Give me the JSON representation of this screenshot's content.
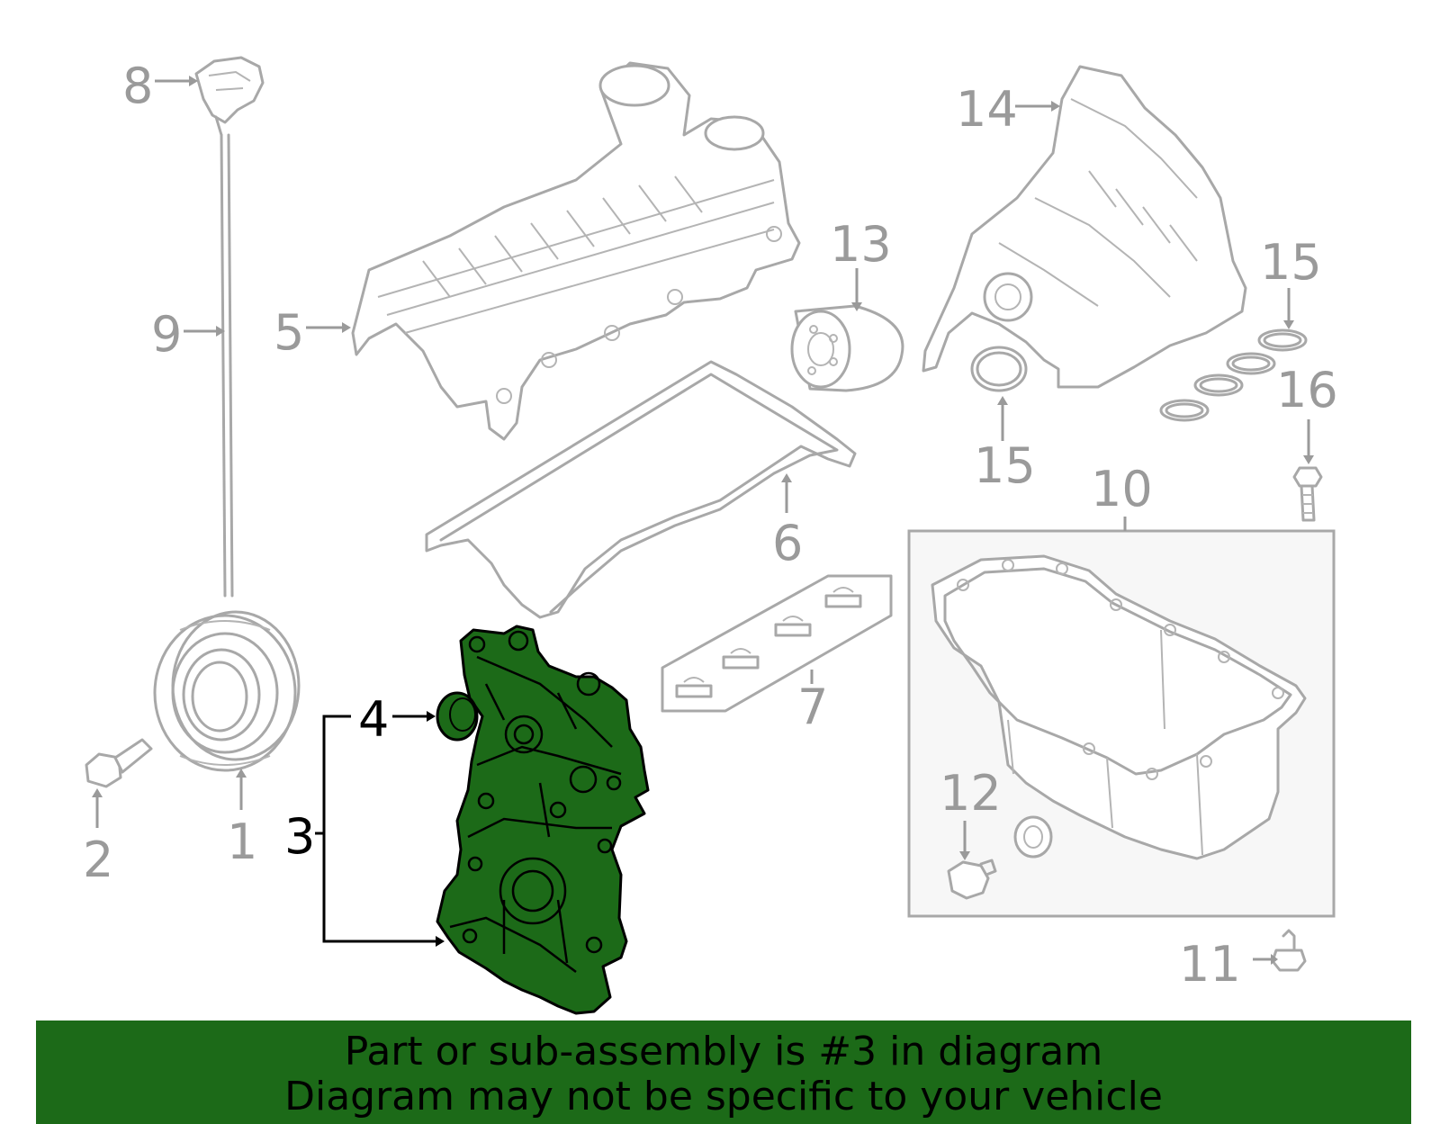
{
  "diagram": {
    "callouts": [
      {
        "id": "1",
        "label": "1"
      },
      {
        "id": "2",
        "label": "2"
      },
      {
        "id": "3",
        "label": "3"
      },
      {
        "id": "4",
        "label": "4"
      },
      {
        "id": "5",
        "label": "5"
      },
      {
        "id": "6",
        "label": "6"
      },
      {
        "id": "7",
        "label": "7"
      },
      {
        "id": "8",
        "label": "8"
      },
      {
        "id": "9",
        "label": "9"
      },
      {
        "id": "10",
        "label": "10"
      },
      {
        "id": "11",
        "label": "11"
      },
      {
        "id": "12",
        "label": "12"
      },
      {
        "id": "13",
        "label": "13"
      },
      {
        "id": "14",
        "label": "14"
      },
      {
        "id": "15a",
        "label": "15"
      },
      {
        "id": "15b",
        "label": "15"
      },
      {
        "id": "16",
        "label": "16"
      }
    ],
    "highlight_color": "#1c6a18",
    "part_line_color": "#a8a8a8",
    "callout_color": "#9a9a9a"
  },
  "banner": {
    "line1": "Part or sub-assembly is #3 in diagram",
    "line2": "Diagram may not be specific to your vehicle",
    "background": "#1c6a18"
  }
}
